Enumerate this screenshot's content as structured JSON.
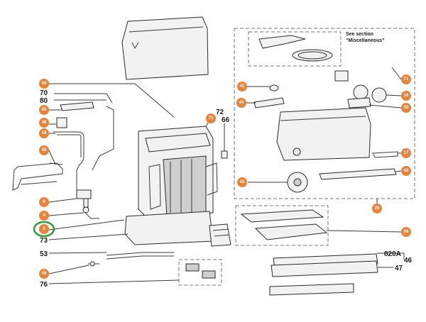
{
  "diagram": {
    "note_line1": "See section",
    "note_line2": "\"Miscellaneous\"",
    "callouts": [
      "64",
      "65",
      "46",
      "59",
      "40",
      "6",
      "4",
      "5",
      "59",
      "41",
      "44",
      "71",
      "16",
      "50",
      "17",
      "42",
      "43",
      "29",
      "68",
      "71"
    ],
    "labels": [
      "70",
      "80",
      "72",
      "66",
      "73",
      "53",
      "76",
      "820A",
      "47",
      "46"
    ],
    "colors": {
      "callout": "#e8833a",
      "highlight": "#2e9b3e",
      "line": "#3a3a3a"
    }
  }
}
